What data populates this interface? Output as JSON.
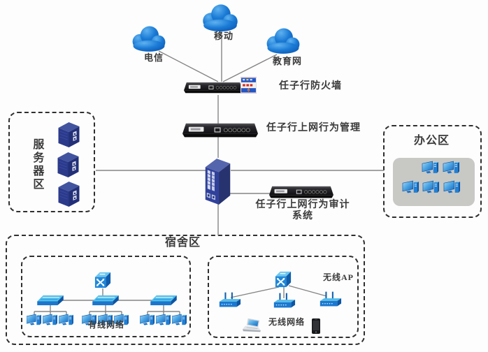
{
  "diagram": {
    "type": "network-topology",
    "clouds": [
      {
        "name": "telecom",
        "label": "电信"
      },
      {
        "name": "mobile",
        "label": "移动"
      },
      {
        "name": "education-network",
        "label": "教育网"
      }
    ],
    "devices": {
      "firewall_label": "任子行防火墙",
      "behavior_mgmt_label": "任子行上网行为管理",
      "audit_label_line1": "任子行上网行为审计",
      "audit_label_line2": "系统"
    },
    "zones": {
      "server_area_label": "服务器区",
      "office_area_label": "办公区",
      "dorm_area_label": "宿舍区",
      "wired_network_label": "有线网络",
      "wireless_network_label": "无线网络",
      "wireless_ap_label": "无线AP"
    },
    "colors": {
      "cloud_blue": "#1b7bd6",
      "device_black": "#1c1c1e",
      "core_switch_navy": "#30419b",
      "access_blue": "#1e87d9",
      "office_panel_gray": "#c8c8c5",
      "line_gray": "#858585",
      "dashed_border": "#2f2f2f",
      "label_text": "#3a3a3a"
    }
  }
}
